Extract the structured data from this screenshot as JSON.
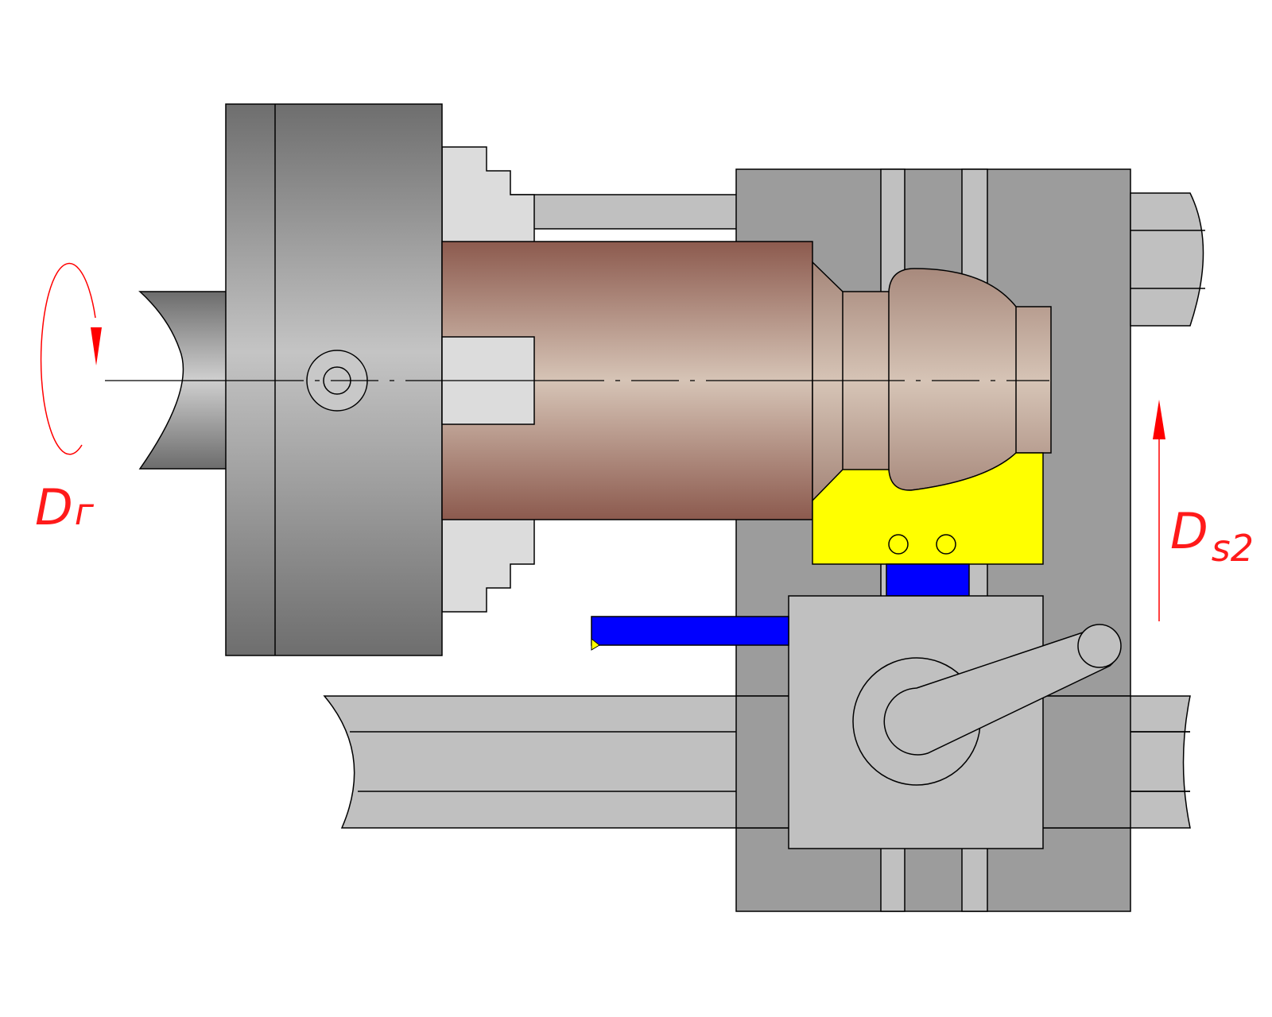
{
  "labels": {
    "rotation": {
      "main": "D",
      "sub": "г"
    },
    "feed": {
      "main": "D",
      "sub": "s2"
    }
  },
  "colors": {
    "background": "#ffffff",
    "outline": "#000000",
    "machine_gray": "#c0c0c0",
    "carriage_gray": "#9c9c9c",
    "jaw_gray": "#dcdcdc",
    "workpiece_dark": "#8c5a4e",
    "workpiece_light": "#d6c4b6",
    "form_tool": "#ffff00",
    "cutting_tool": "#0000ff",
    "motion_arrow": "#ff0000"
  },
  "icons": {
    "rotation": "curved-rotation-arrow-icon",
    "feed": "straight-up-arrow-icon"
  }
}
